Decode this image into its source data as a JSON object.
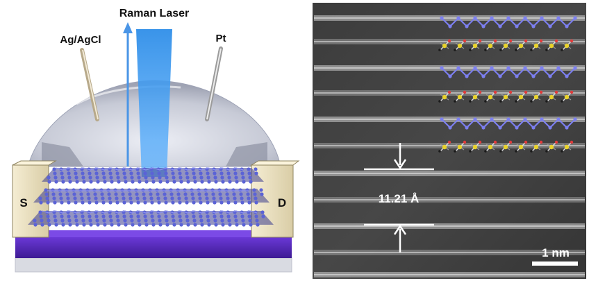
{
  "left_panel": {
    "laser_label": "Raman Laser",
    "reference_electrode_label": "Ag/AgCl",
    "counter_electrode_label": "Pt",
    "source_label": "S",
    "drain_label": "D",
    "colors": {
      "laser_beam": "#3d9be9",
      "droplet": "#c9ccd8",
      "contact_pad": "#efe6c9",
      "substrate": "#5b2bc0",
      "lattice_atoms": "#5b63d6"
    }
  },
  "right_panel": {
    "spacing_label": "11.21 Å",
    "scale_bar_label": "1 nm",
    "colors": {
      "background": "#3a3a3a",
      "fringe": "#cfcfcf",
      "chain_overlay": "#7c7ff0",
      "molecule_highlight": "#e8d22a"
    }
  }
}
